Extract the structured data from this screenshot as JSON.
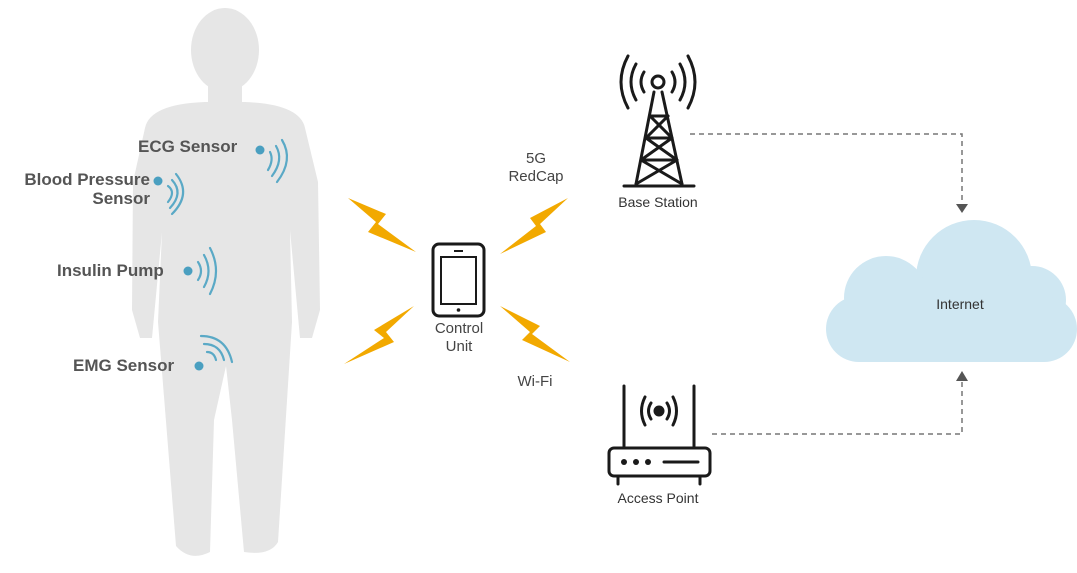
{
  "sensors": {
    "ecg": "ECG Sensor",
    "bp_line1": "Blood Pressure",
    "bp_line2": "Sensor",
    "insulin": "Insulin Pump",
    "emg": "EMG Sensor"
  },
  "control_unit": {
    "line1": "Control",
    "line2": "Unit"
  },
  "links": {
    "cellular_line1": "5G",
    "cellular_line2": "RedCap",
    "wifi": "Wi-Fi"
  },
  "base_station": "Base Station",
  "access_point": "Access Point",
  "internet": "Internet",
  "colors": {
    "body": "#e6e6e6",
    "signal": "#5aa9c6",
    "dot": "#4a9fc0",
    "bolt": "#f2a900",
    "cloud": "#cfe7f2",
    "icon": "#1a1a1a",
    "dashed": "#777777"
  }
}
